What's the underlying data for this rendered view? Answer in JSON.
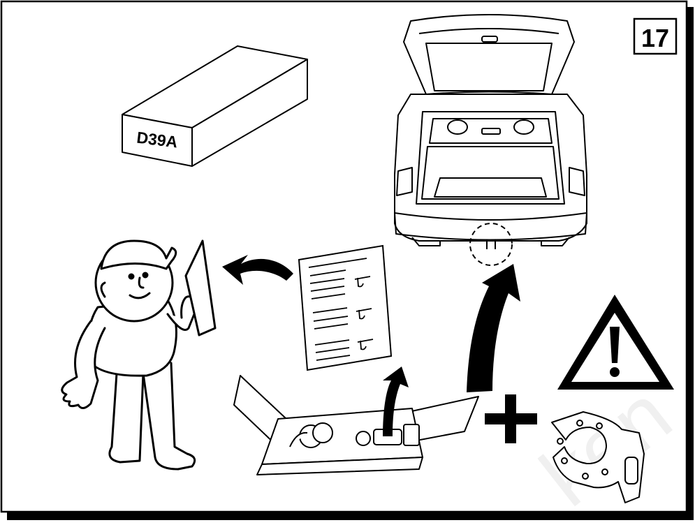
{
  "page_number": "17",
  "kit_box_label": "D39A",
  "watermark": "ken",
  "colors": {
    "ink": "#000000",
    "paper": "#ffffff",
    "shadow": "#000000",
    "watermark": "#f2f2f2"
  },
  "icons": [
    "instruction-sheet-icon",
    "mechanic-reading-icon",
    "open-parts-box-icon",
    "car-rear-open-tailgate-icon",
    "warning-triangle-icon",
    "plus-icon",
    "mounting-plate-icon"
  ]
}
